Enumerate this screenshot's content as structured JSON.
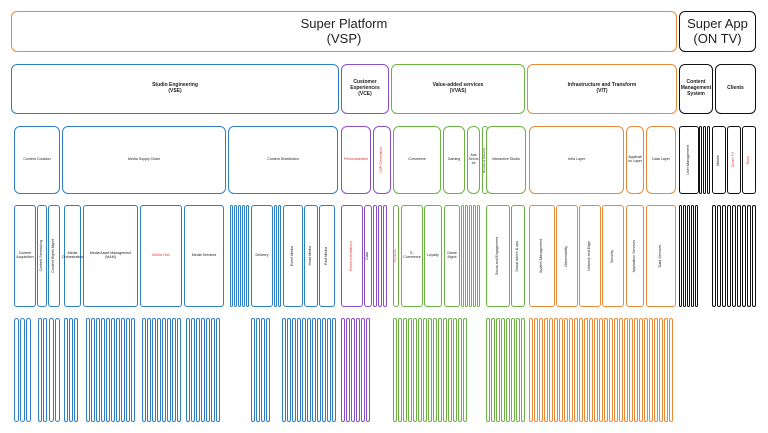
{
  "colors": {
    "orange": "#e98a3a",
    "blue": "#2f7fc4",
    "purple": "#8a4fc7",
    "green": "#6cb344",
    "black": "#111111",
    "highlight_red": "#e53935"
  },
  "header": {
    "super_platform_line1": "Super Platform",
    "super_platform_line2": "(VSP)",
    "super_app_line1": "Super App",
    "super_app_line2": "(ON TV)"
  },
  "domains": {
    "studio": {
      "line1": "Studio Engineering",
      "line2": "(VSE)"
    },
    "customer": {
      "line1": "Customer Experiences",
      "line2": "(VCE)"
    },
    "value": {
      "line1": "Value-added services",
      "line2": "(VVAS)"
    },
    "infra": {
      "line1": "Infrastructure and Transform",
      "line2": "(VIT)"
    },
    "cms": {
      "line1": "Content",
      "line2": "Management",
      "line3": "System"
    },
    "clients": {
      "label": "Clients"
    }
  },
  "capabilities": {
    "content_curation": "Content Curation",
    "media_supply_chain": "Media Supply Chain",
    "content_distribution": "Content Distribution",
    "personalization": "Personalization",
    "vsp_genai": "VSP Generative",
    "commerce": "Commerce",
    "gaming": "Gaming",
    "ads_services": "Ads Servic es",
    "browse_streams": "Browse & Streams",
    "interactive_studio": "Interactive Studio",
    "infra_layer": "Infra Layer",
    "application_layer": "Applicati on Layer",
    "data_layer": "Data Layer",
    "user_management": "User Management",
    "mobile": "Mobile",
    "smart_tv": "Smart TV",
    "roku": "Roku"
  },
  "services": {
    "content_acquisition": "Content Acquisition",
    "content_scheduling": "Content Scheduling",
    "content_rights_mgmt": "Content Rights Mgmt",
    "media_orchestration": "Media Orchestration",
    "media_asset_management_line1": "Media Asset Management",
    "media_asset_management_line2": "(MAM)",
    "media_hub": "Media Hub",
    "media_services": "Media Services",
    "delivery": "Delivery",
    "event_media": "Event Media",
    "head_media": "Head Media",
    "paid_media": "Paid Media",
    "recommendations": "Recommendations",
    "data": "Data",
    "payments": "Payments",
    "ecommerce_line1": "E-",
    "ecommerce_line2": "Commerce",
    "loyalty": "Loyalty",
    "game_mgmt": "Game Mgmt",
    "social_and_engagement": "Social and Engagement",
    "social_admin": "Social admin & ops",
    "system_management": "System Management",
    "observability": "Observability",
    "network_and_edge": "Network and Edge",
    "security": "Security",
    "application_services": "Application Services",
    "data_services": "Data Services"
  }
}
